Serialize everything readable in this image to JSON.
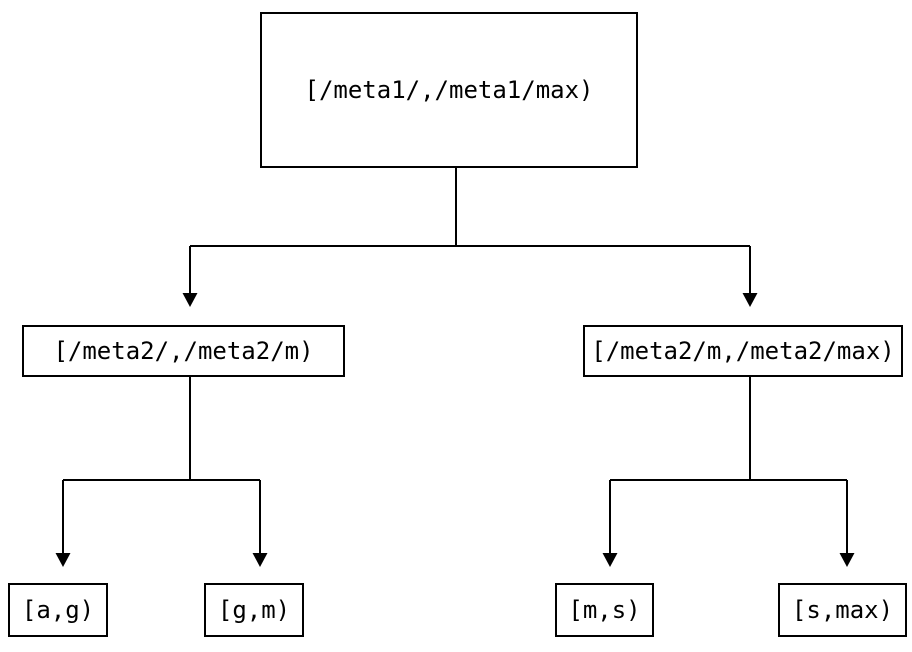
{
  "diagram": {
    "type": "binary-tree",
    "colors": {
      "ink": "#000000",
      "background": "#ffffff"
    },
    "nodes": {
      "root": {
        "label": "[/meta1/,/meta1/max)"
      },
      "meta2_lower": {
        "label": "[/meta2/,/meta2/m)"
      },
      "meta2_upper": {
        "label": "[/meta2/m,/meta2/max)"
      },
      "leaf_a_g": {
        "label": "[a,g)"
      },
      "leaf_g_m": {
        "label": "[g,m)"
      },
      "leaf_m_s": {
        "label": "[m,s)"
      },
      "leaf_s_max": {
        "label": "[s,max)"
      }
    },
    "edges": [
      {
        "from": "root",
        "to": "meta2_lower"
      },
      {
        "from": "root",
        "to": "meta2_upper"
      },
      {
        "from": "meta2_lower",
        "to": "leaf_a_g"
      },
      {
        "from": "meta2_lower",
        "to": "leaf_g_m"
      },
      {
        "from": "meta2_upper",
        "to": "leaf_m_s"
      },
      {
        "from": "meta2_upper",
        "to": "leaf_s_max"
      }
    ]
  }
}
